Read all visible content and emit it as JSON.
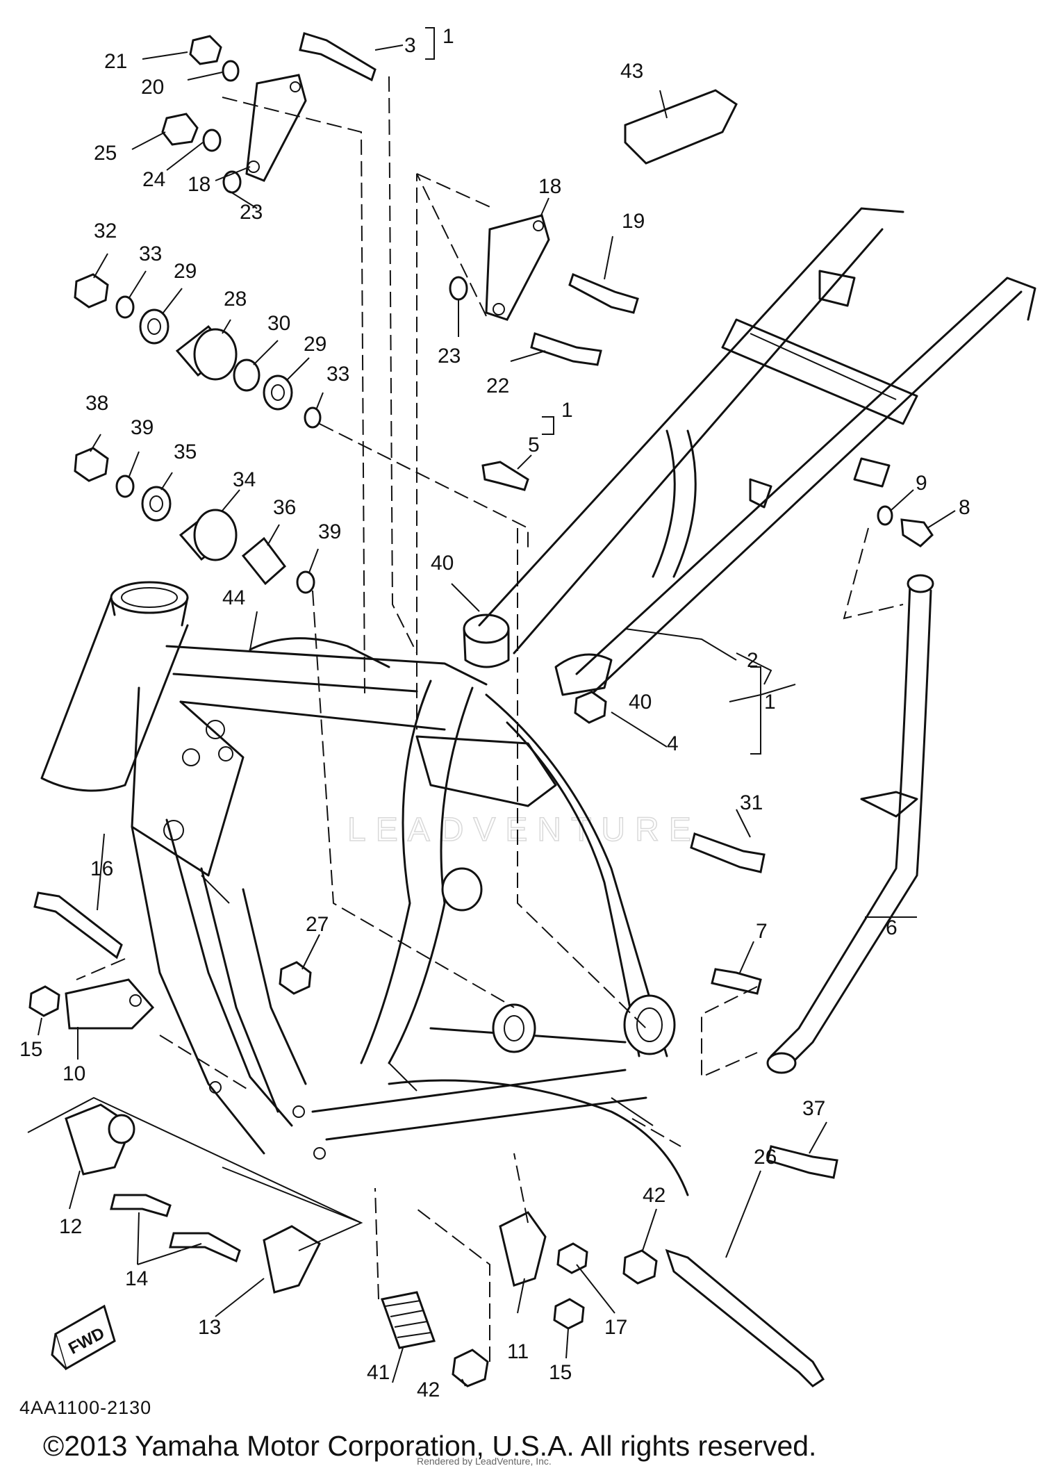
{
  "diagram": {
    "drawing_code": "4AA1100-2130",
    "copyright": "©2013 Yamaha Motor Corporation, U.S.A. All rights reserved.",
    "watermark": "LEADVENTURE",
    "rendered_by": "Rendered by LeadVenture, Inc.",
    "fwd_label": "FWD",
    "group_marker": "1",
    "callouts": [
      {
        "id": "c21",
        "label": "21"
      },
      {
        "id": "c20",
        "label": "20"
      },
      {
        "id": "c25",
        "label": "25"
      },
      {
        "id": "c24",
        "label": "24"
      },
      {
        "id": "c18a",
        "label": "18"
      },
      {
        "id": "c23a",
        "label": "23"
      },
      {
        "id": "c3",
        "label": "3"
      },
      {
        "id": "c43",
        "label": "43"
      },
      {
        "id": "c32",
        "label": "32"
      },
      {
        "id": "c33a",
        "label": "33"
      },
      {
        "id": "c29a",
        "label": "29"
      },
      {
        "id": "c28",
        "label": "28"
      },
      {
        "id": "c30",
        "label": "30"
      },
      {
        "id": "c29b",
        "label": "29"
      },
      {
        "id": "c33b",
        "label": "33"
      },
      {
        "id": "c18b",
        "label": "18"
      },
      {
        "id": "c19",
        "label": "19"
      },
      {
        "id": "c23b",
        "label": "23"
      },
      {
        "id": "c22",
        "label": "22"
      },
      {
        "id": "c38",
        "label": "38"
      },
      {
        "id": "c39a",
        "label": "39"
      },
      {
        "id": "c35",
        "label": "35"
      },
      {
        "id": "c34",
        "label": "34"
      },
      {
        "id": "c36",
        "label": "36"
      },
      {
        "id": "c39b",
        "label": "39"
      },
      {
        "id": "c5",
        "label": "5"
      },
      {
        "id": "c9",
        "label": "9"
      },
      {
        "id": "c8",
        "label": "8"
      },
      {
        "id": "c40a",
        "label": "40"
      },
      {
        "id": "c44",
        "label": "44"
      },
      {
        "id": "c2",
        "label": "2"
      },
      {
        "id": "c40b",
        "label": "40"
      },
      {
        "id": "c1",
        "label": "1"
      },
      {
        "id": "c4",
        "label": "4"
      },
      {
        "id": "c31",
        "label": "31"
      },
      {
        "id": "c16",
        "label": "16"
      },
      {
        "id": "c27",
        "label": "27"
      },
      {
        "id": "c7",
        "label": "7"
      },
      {
        "id": "c6",
        "label": "6"
      },
      {
        "id": "c15a",
        "label": "15"
      },
      {
        "id": "c10",
        "label": "10"
      },
      {
        "id": "c37",
        "label": "37"
      },
      {
        "id": "c12",
        "label": "12"
      },
      {
        "id": "c42a",
        "label": "42"
      },
      {
        "id": "c26",
        "label": "26"
      },
      {
        "id": "c14",
        "label": "14"
      },
      {
        "id": "c13",
        "label": "13"
      },
      {
        "id": "c17",
        "label": "17"
      },
      {
        "id": "c11",
        "label": "11"
      },
      {
        "id": "c41",
        "label": "41"
      },
      {
        "id": "c42b",
        "label": "42"
      },
      {
        "id": "c15b",
        "label": "15"
      }
    ]
  }
}
